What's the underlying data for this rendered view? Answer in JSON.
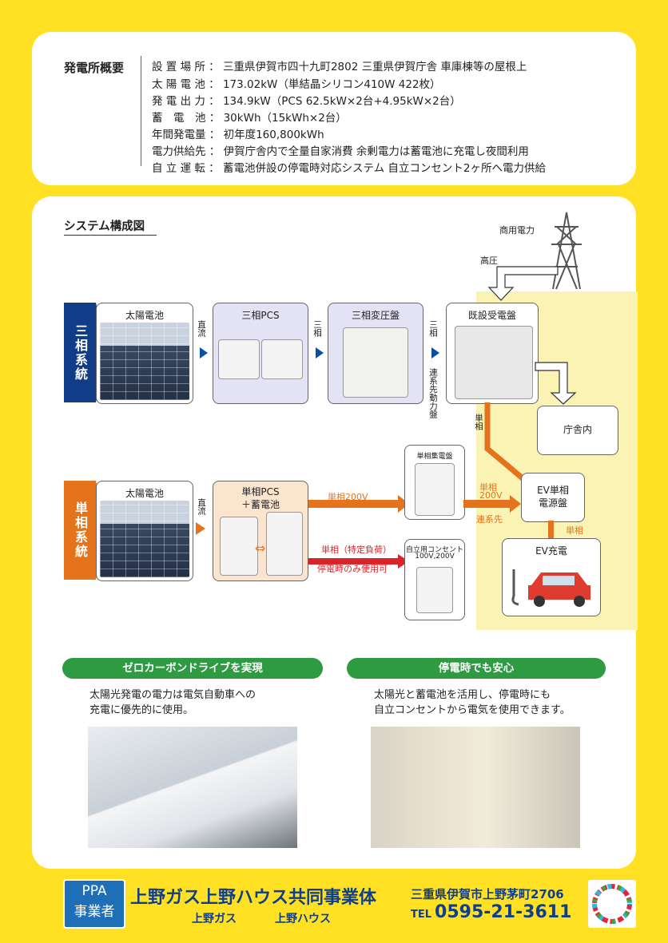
{
  "overview": {
    "heading": "発電所概要",
    "rows": [
      {
        "label": "設 置 場 所 ：",
        "value": "三重県伊賀市四十九町2802 三重県伊賀庁舎 車庫棟等の屋根上"
      },
      {
        "label": "太 陽 電 池 ：",
        "value": "173.02kW（単結晶シリコン410W 422枚）"
      },
      {
        "label": "発 電 出 力 ：",
        "value": "134.9kW（PCS 62.5kW×2台+4.95kW×2台）"
      },
      {
        "label": "蓄　電　池 ：",
        "value": "30kWh（15kWh×2台）"
      },
      {
        "label": "年間発電量 ：",
        "value": "初年度160,800kWh"
      },
      {
        "label": "電力供給先 ：",
        "value": "伊賀庁舎内で全量自家消費 余剰電力は蓄電池に充電し夜間利用"
      },
      {
        "label": "自 立 運 転 ：",
        "value": "蓄電池併設の停電時対応システム 自立コンセント2ヶ所へ電力供給"
      }
    ]
  },
  "system": {
    "title": "システム構成図",
    "commercial_power": "商用電力",
    "high_voltage": "高圧",
    "three_phase_band": "三相系統",
    "single_phase_band": "単相系統",
    "three": {
      "solar": "太陽電池",
      "dc": "直流",
      "pcs": "三相PCS",
      "ac1": "三相",
      "transformer": "三相変圧盤",
      "ac2": "三相",
      "receiver": "既設受電盤",
      "link": "連系先動力盤",
      "office": "庁舎内"
    },
    "single": {
      "solar": "太陽電池",
      "dc": "直流",
      "pcs_line1": "単相PCS",
      "pcs_line2": "＋蓄電池",
      "to_panel": "単相200V",
      "panel": "単相集電盤",
      "load": "単相（特定負荷）",
      "load_note": "停電時のみ使用可",
      "outlet_title": "自立用コンセント",
      "outlet_spec": "100V,200V",
      "to_ev_line1": "単相",
      "to_ev_line2": "200V",
      "link_label": "連系先",
      "ev_panel_line1": "EV単相",
      "ev_panel_line2": "電源盤",
      "ev_feed": "単相",
      "ev_charge": "EV充電",
      "receiver_feed": "単相"
    },
    "colors": {
      "three_phase": "#113C87",
      "single_phase": "#E4731B",
      "green": "#2E9A42"
    }
  },
  "features": [
    {
      "title": "ゼロカーボンドライブを実現",
      "line1": "太陽光発電の電力は電気自動車への",
      "line2": "充電に優先的に使用。"
    },
    {
      "title": "停電時でも安心",
      "line1": "太陽光と蓄電池を活用し、停電時にも",
      "line2": "自立コンセントから電気を使用できます。"
    }
  ],
  "footer": {
    "ppa_line1": "PPA",
    "ppa_line2": "事業者",
    "company": "上野ガス上野ハウス共同事業体",
    "brand1": "上野ガス",
    "brand2": "上野ハウス",
    "address": "三重県伊賀市上野茅町2706",
    "tel_prefix": "TEL",
    "tel": "0595-21-3611"
  }
}
